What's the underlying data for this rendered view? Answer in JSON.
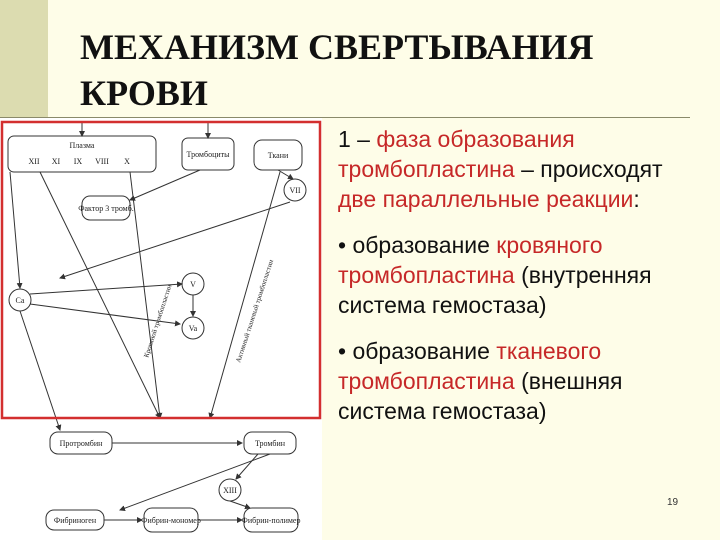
{
  "slide": {
    "title_line1": "МЕХАНИЗМ СВЕРТЫВАНИЯ",
    "title_line2": "КРОВИ",
    "slide_number": "19",
    "accent_color": "#c62828"
  },
  "text": {
    "p1_a": "1 – ",
    "p1_b": "фаза образования",
    "p1_c": "тромбопластина",
    "p1_d": " – происходят ",
    "p1_e": "две параллельные реакции",
    "p1_f": ":",
    "p2_a": "• образование ",
    "p2_b": "кровяного тромбопластина",
    "p2_c": " (внутренняя система гемостаза)",
    "p3_a": "• образование ",
    "p3_b": "тканевого тромбопластина",
    "p3_c": " (внешняя система гемостаза)"
  },
  "diagram": {
    "plasma": "Плазма",
    "factors": [
      "XII",
      "XI",
      "IX",
      "VIII",
      "X"
    ],
    "platelets": "Тромбоциты",
    "platelet_factor": "Фактор 3 тромб.",
    "tissue": "Ткани",
    "vii": "VII",
    "ca": "Ca",
    "v": "V",
    "va": "Va",
    "prothrombin": "Протромбин",
    "thrombin": "Тромбин",
    "xiii": "XIII",
    "fibrinogen": "Фибриноген",
    "fibrin_monomer": "Фибрин-мономер",
    "fibrin_polymer": "Фибрин-полимер",
    "blood_thromboplastin": "Кровяной тромбопластин",
    "tissue_thromboplastin": "Активный тканевый тромбопластин"
  }
}
